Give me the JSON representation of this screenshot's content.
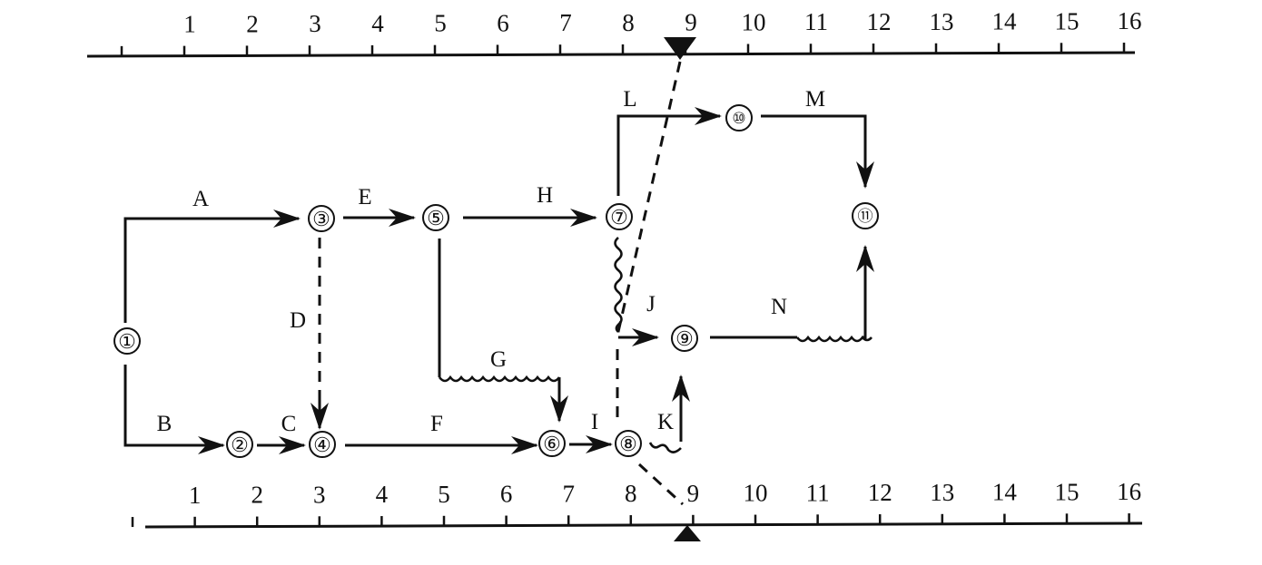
{
  "top_scale": {
    "labels": [
      "1",
      "2",
      "3",
      "4",
      "5",
      "6",
      "7",
      "8",
      "9",
      "10",
      "11",
      "12",
      "13",
      "14",
      "15",
      "16"
    ]
  },
  "bottom_scale": {
    "labels": [
      "1",
      "2",
      "3",
      "4",
      "5",
      "6",
      "7",
      "8",
      "9",
      "10",
      "11",
      "12",
      "13",
      "14",
      "15",
      "16"
    ]
  },
  "check_marker": {
    "label": "9"
  },
  "nodes": [
    {
      "id": "n1",
      "label": "①"
    },
    {
      "id": "n2",
      "label": "②"
    },
    {
      "id": "n3",
      "label": "③"
    },
    {
      "id": "n4",
      "label": "④"
    },
    {
      "id": "n5",
      "label": "⑤"
    },
    {
      "id": "n6",
      "label": "⑥"
    },
    {
      "id": "n7",
      "label": "⑦"
    },
    {
      "id": "n8",
      "label": "⑧"
    },
    {
      "id": "n9",
      "label": "⑨"
    },
    {
      "id": "n10",
      "label": "⑩"
    },
    {
      "id": "n11",
      "label": "⑪"
    }
  ],
  "activities": [
    {
      "id": "A",
      "label": "A",
      "from": "①",
      "to": "③",
      "type": "solid"
    },
    {
      "id": "B",
      "label": "B",
      "from": "①",
      "to": "②",
      "type": "solid"
    },
    {
      "id": "C",
      "label": "C",
      "from": "②",
      "to": "④",
      "type": "solid"
    },
    {
      "id": "D",
      "label": "D",
      "from": "③",
      "to": "④",
      "type": "dummy"
    },
    {
      "id": "E",
      "label": "E",
      "from": "③",
      "to": "⑤",
      "type": "solid"
    },
    {
      "id": "F",
      "label": "F",
      "from": "④",
      "to": "⑥",
      "type": "solid"
    },
    {
      "id": "G",
      "label": "G",
      "from": "⑤",
      "to": "⑥",
      "type": "solid+free-float"
    },
    {
      "id": "H",
      "label": "H",
      "from": "⑤",
      "to": "⑦",
      "type": "solid"
    },
    {
      "id": "I",
      "label": "I",
      "from": "⑥",
      "to": "⑧",
      "type": "solid"
    },
    {
      "id": "J",
      "label": "J",
      "from": "⑦",
      "to": "⑨",
      "type": "free-float"
    },
    {
      "id": "K",
      "label": "K",
      "from": "⑧",
      "to": "⑨",
      "type": "free-float"
    },
    {
      "id": "L",
      "label": "L",
      "from": "⑦",
      "to": "⑩",
      "type": "solid"
    },
    {
      "id": "M",
      "label": "M",
      "from": "⑩",
      "to": "⑪",
      "type": "solid"
    },
    {
      "id": "N",
      "label": "N",
      "from": "⑨",
      "to": "⑪",
      "type": "solid+free-float"
    }
  ]
}
